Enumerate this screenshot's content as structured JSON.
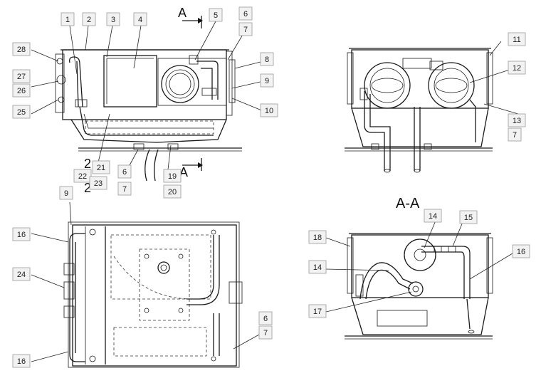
{
  "views": {
    "section_marker_top": "A",
    "section_marker_bottom": "A",
    "section_view_title": "A-A",
    "top_left_overlap_a": "2",
    "top_left_overlap_b": "2"
  },
  "callouts": [
    {
      "id": "c1",
      "label": "1"
    },
    {
      "id": "c2",
      "label": "2"
    },
    {
      "id": "c3",
      "label": "3"
    },
    {
      "id": "c4",
      "label": "4"
    },
    {
      "id": "c5",
      "label": "5"
    },
    {
      "id": "c6a",
      "label": "6"
    },
    {
      "id": "c7a",
      "label": "7"
    },
    {
      "id": "c8",
      "label": "8"
    },
    {
      "id": "c9a",
      "label": "9"
    },
    {
      "id": "c10",
      "label": "10"
    },
    {
      "id": "c28",
      "label": "28"
    },
    {
      "id": "c27",
      "label": "27"
    },
    {
      "id": "c26",
      "label": "26"
    },
    {
      "id": "c25",
      "label": "25"
    },
    {
      "id": "c21",
      "label": "21"
    },
    {
      "id": "c22",
      "label": "22"
    },
    {
      "id": "c23",
      "label": "23"
    },
    {
      "id": "c6b",
      "label": "6"
    },
    {
      "id": "c7b",
      "label": "7"
    },
    {
      "id": "c19",
      "label": "19"
    },
    {
      "id": "c20",
      "label": "20"
    },
    {
      "id": "c11",
      "label": "11"
    },
    {
      "id": "c12",
      "label": "12"
    },
    {
      "id": "c13",
      "label": "13"
    },
    {
      "id": "c7c",
      "label": "7"
    },
    {
      "id": "c9b",
      "label": "9"
    },
    {
      "id": "c16a",
      "label": "16"
    },
    {
      "id": "c24",
      "label": "24"
    },
    {
      "id": "c16b",
      "label": "16"
    },
    {
      "id": "c6c",
      "label": "6"
    },
    {
      "id": "c7d",
      "label": "7"
    },
    {
      "id": "c14a",
      "label": "14"
    },
    {
      "id": "c15",
      "label": "15"
    },
    {
      "id": "c18",
      "label": "18"
    },
    {
      "id": "c16c",
      "label": "16"
    },
    {
      "id": "c14b",
      "label": "14"
    },
    {
      "id": "c17",
      "label": "17"
    }
  ]
}
